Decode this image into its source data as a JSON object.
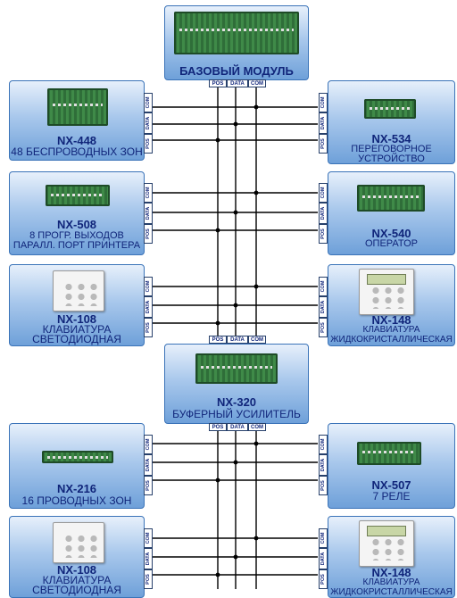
{
  "port_labels": {
    "pos": "POS",
    "data": "DATA",
    "com": "COM"
  },
  "base_module": {
    "title": "БАЗОВЫЙ МОДУЛЬ"
  },
  "buffer": {
    "name": "NX-320",
    "desc": "БУФЕРНЫЙ УСИЛИТЕЛЬ"
  },
  "left_modules": [
    {
      "name": "NX-448",
      "desc": "48 БЕСПРОВОДНЫХ ЗОН",
      "image": "wireless-receiver-board"
    },
    {
      "name": "NX-508",
      "desc": "8 ПРОГР. ВЫХОДОВ\nПАРАЛЛ. ПОРТ ПРИНТЕРА",
      "image": "output-board"
    },
    {
      "name": "NX-108",
      "desc": "КЛАВИАТУРА\nСВЕТОДИОДНАЯ",
      "image": "led-keypad"
    },
    {
      "name": "NX-216",
      "desc": "16 ПРОВОДНЫХ ЗОН",
      "image": "zone-expander-board"
    },
    {
      "name": "NX-108",
      "desc": "КЛАВИАТУРА\nСВЕТОДИОДНАЯ",
      "image": "led-keypad"
    }
  ],
  "right_modules": [
    {
      "name": "NX-534",
      "desc": "ПЕРЕГОВОРНОЕ\nУСТРОЙСТВО",
      "image": "intercom-board"
    },
    {
      "name": "NX-540",
      "desc": "ОПЕРАТОР",
      "image": "voice-board"
    },
    {
      "name": "NX-148",
      "desc": "КЛАВИАТУРА\nЖИДКОКРИСТАЛЛИЧЕСКАЯ",
      "image": "lcd-keypad"
    },
    {
      "name": "NX-507",
      "desc": "7 РЕЛЕ",
      "image": "relay-board"
    },
    {
      "name": "NX-148",
      "desc": "КЛАВИАТУРА\nЖИДКОКРИСТАЛЛИЧЕСКАЯ",
      "image": "lcd-keypad"
    }
  ],
  "colors": {
    "panel_border": "#3a73b8",
    "label_text": "#10257a",
    "bus_line": "#000000"
  }
}
